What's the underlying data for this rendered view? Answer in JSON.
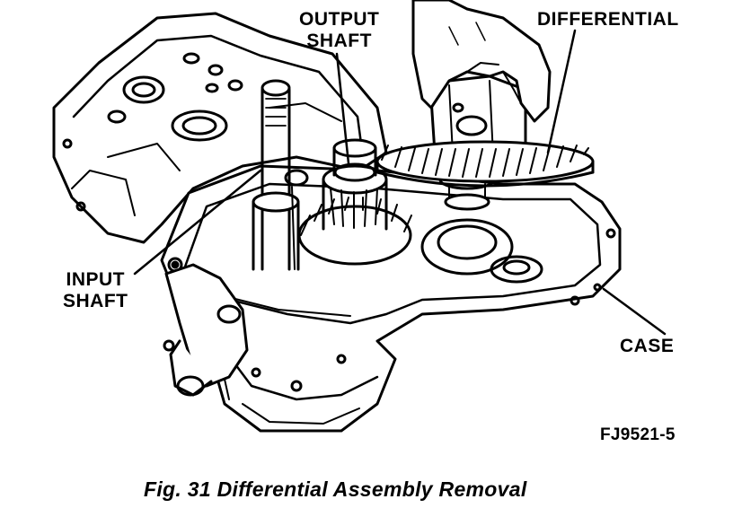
{
  "labels": {
    "output_shaft": [
      "OUTPUT",
      "SHAFT"
    ],
    "differential": "DIFFERENTIAL",
    "input_shaft": [
      "INPUT",
      "SHAFT"
    ],
    "case": "CASE"
  },
  "figure_id": "FJ9521-5",
  "caption": "Fig. 31 Differential Assembly Removal"
}
